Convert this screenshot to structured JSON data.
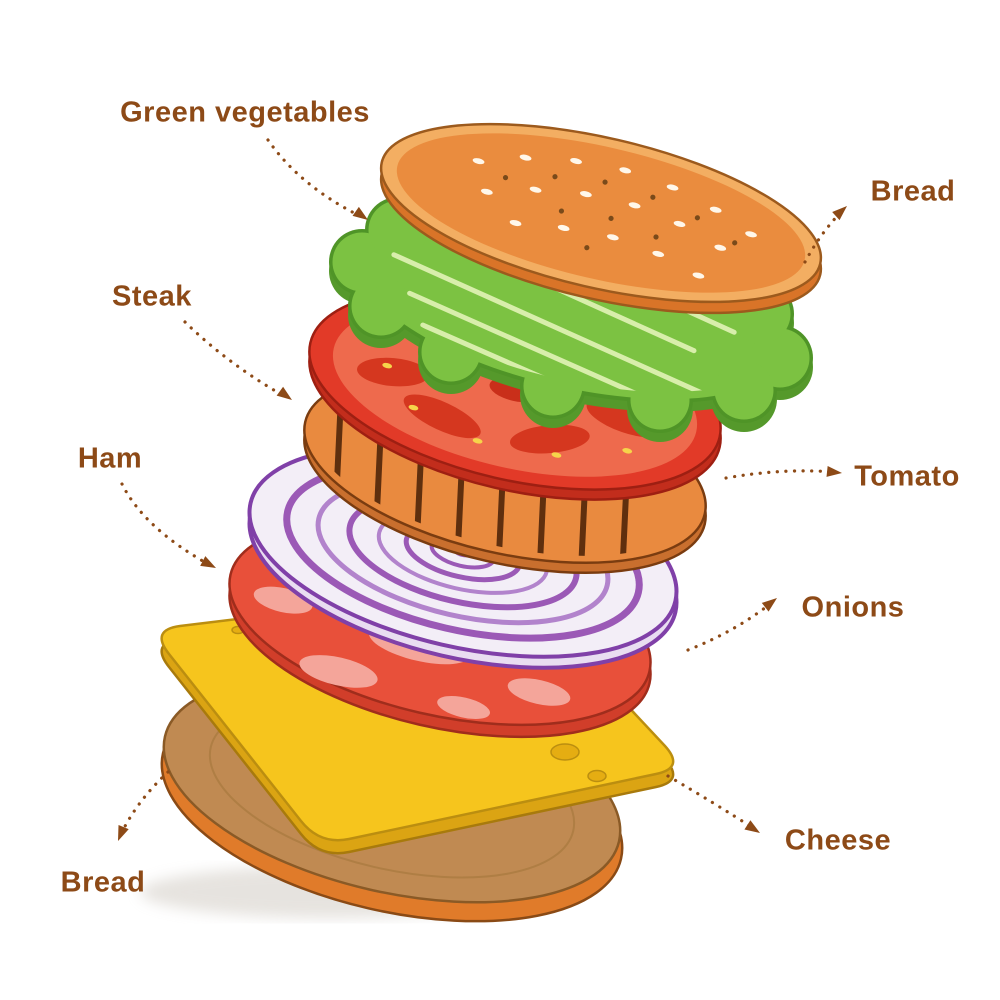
{
  "labels": {
    "green_vegetables": "Green vegetables",
    "bread_top": "Bread",
    "steak": "Steak",
    "ham": "Ham",
    "tomato": "Tomato",
    "onions": "Onions",
    "cheese": "Cheese",
    "bread_bottom": "Bread"
  },
  "colors": {
    "label_text": "#8d4a17",
    "arrow": "#8d4a17",
    "background": "#ffffff",
    "bread_top": "#ea8c3e",
    "bread_top_rim": "#f3ae62",
    "lettuce": "#7cc242",
    "tomato": "#e23a28",
    "tomato_inner": "#ee6a4d",
    "steak": "#e98a3f",
    "onion_base": "#f3eef7",
    "onion_ring": "#9b59b6",
    "ham": "#e8503a",
    "ham_fat": "#f4a59a",
    "cheese": "#f6c51d",
    "bread_bottom": "#c08a52",
    "bread_bottom_rim": "#e07b2a"
  },
  "layers": [
    {
      "name": "bread-top",
      "label": "Bread"
    },
    {
      "name": "green-vegetables",
      "label": "Green vegetables"
    },
    {
      "name": "tomato",
      "label": "Tomato"
    },
    {
      "name": "steak",
      "label": "Steak"
    },
    {
      "name": "onions",
      "label": "Onions"
    },
    {
      "name": "ham",
      "label": "Ham"
    },
    {
      "name": "cheese",
      "label": "Cheese"
    },
    {
      "name": "bread-bottom",
      "label": "Bread"
    }
  ]
}
